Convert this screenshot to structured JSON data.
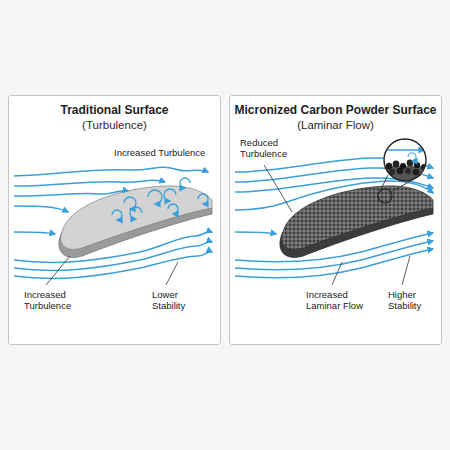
{
  "diagram": {
    "nodes": [
      {
        "text": [
          "Traditional Surface",
          "(Turbulence)"
        ]
      },
      {
        "text": [
          "Micronized Carbon Powder Surface",
          "(Laminar Flow)"
        ]
      }
    ],
    "labels": [
      "Increased Turbulence",
      "Increased Turbulence",
      "Lower Stability",
      "Reduced Turbulence",
      "Increased Laminar Flow",
      "Higher Stability"
    ]
  }
}
